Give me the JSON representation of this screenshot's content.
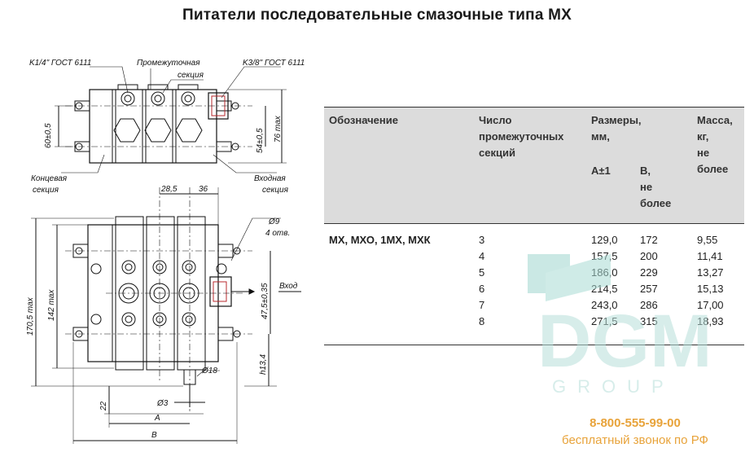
{
  "title": "Питатели последовательные смазочные типа МХ",
  "drawing": {
    "labels": {
      "k14": "K1/4\" ГОСТ 6111",
      "inter1": "Промежуточная",
      "inter2": "секция",
      "k38": "K3/8\" ГОСТ 6111",
      "end1": "Концевая",
      "end2": "секция",
      "inlet1": "Входная",
      "inlet2": "секция",
      "d60": "60±0,5",
      "d54": "54±0,5",
      "d76": "76 max",
      "d285": "28,5",
      "d36": "36",
      "d9": "Ø9",
      "holes": "4 отв.",
      "d1705": "170,5 max",
      "d142": "142 max",
      "d475": "47,5±0,35",
      "vhod": "Вход",
      "h134": "h13,4",
      "d18": "Ø18",
      "d22": "22",
      "d3": "Ø3",
      "A": "A",
      "B": "B"
    }
  },
  "table": {
    "headers": {
      "designation": "Обозначение",
      "count1": "Число",
      "count2": "промежуточных",
      "count3": "секций",
      "size1": "Размеры,",
      "size2": "мм,",
      "a": "A±1",
      "b1": "B,",
      "b2": "не",
      "b3": "более",
      "mass1": "Масса,",
      "mass2": "кг,",
      "mass3": "не",
      "mass4": "более"
    },
    "model": "МХ, МХО, 1МХ, МХК",
    "rows": [
      {
        "n": "3",
        "a": "129,0",
        "b": "172",
        "m": "9,55"
      },
      {
        "n": "4",
        "a": "157,5",
        "b": "200",
        "m": "11,41"
      },
      {
        "n": "5",
        "a": "186,0",
        "b": "229",
        "m": "13,27"
      },
      {
        "n": "6",
        "a": "214,5",
        "b": "257",
        "m": "15,13"
      },
      {
        "n": "7",
        "a": "243,0",
        "b": "286",
        "m": "17,00"
      },
      {
        "n": "8",
        "a": "271,5",
        "b": "315",
        "m": "18,93"
      }
    ]
  },
  "watermark": {
    "line1": "DGM",
    "line2": "GROUP"
  },
  "contact": {
    "phone": "8-800-555-99-00",
    "note": "бесплатный звонок по РФ"
  }
}
